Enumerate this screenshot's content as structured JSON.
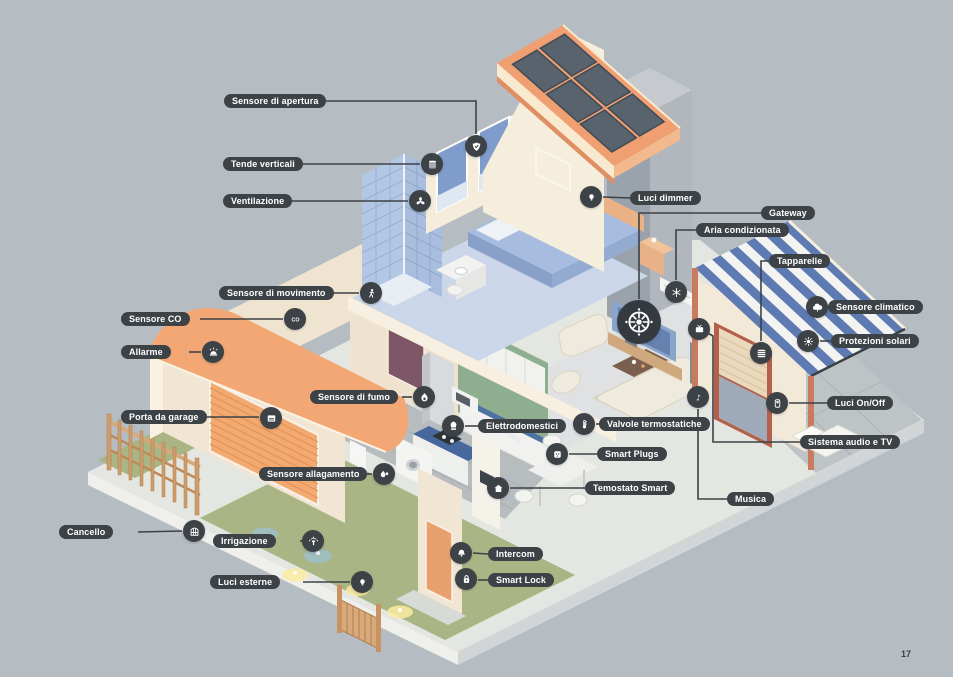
{
  "page": {
    "number": "17"
  },
  "colors": {
    "background": "#b5bdc3",
    "pill": "#3d4247",
    "roof_orange": "#ef9f72",
    "awning_blue": "#5d7ab2",
    "lawn_green": "#a9b584",
    "solar_panel": "#59636e"
  },
  "callouts": {
    "sensore_apertura": {
      "label": "Sensore di apertura",
      "icon": "shield-check-icon"
    },
    "tende_verticali": {
      "label": "Tende verticali",
      "icon": "blinds-icon"
    },
    "ventilazione": {
      "label": "Ventilazione",
      "icon": "fan-icon"
    },
    "sensore_movimento": {
      "label": "Sensore di movimento",
      "icon": "motion-sensor-icon"
    },
    "sensore_co": {
      "label": "Sensore CO",
      "icon": "co-sensor-icon"
    },
    "allarme": {
      "label": "Allarme",
      "icon": "siren-icon"
    },
    "porta_garage": {
      "label": "Porta da garage",
      "icon": "garage-door-icon"
    },
    "sensore_fumo": {
      "label": "Sensore di fumo",
      "icon": "flame-icon"
    },
    "elettrodomestici": {
      "label": "Elettrodomestici",
      "icon": "chef-hat-icon"
    },
    "sensore_allagamento": {
      "label": "Sensore allagamento",
      "icon": "water-drops-icon"
    },
    "cancello": {
      "label": "Cancello",
      "icon": "gate-icon"
    },
    "irrigazione": {
      "label": "Irrigazione",
      "icon": "sprinkler-icon"
    },
    "luci_esterne": {
      "label": "Luci esterne",
      "icon": "lightbulb-pin-icon"
    },
    "luci_dimmer": {
      "label": "Luci dimmer",
      "icon": "lightbulb-icon"
    },
    "gateway": {
      "label": "Gateway",
      "icon": "gateway-hub-icon"
    },
    "aria_condizionata": {
      "label": "Aria condizionata",
      "icon": "snowflake-icon"
    },
    "tapparelle": {
      "label": "Tapparelle",
      "icon": "roller-shutter-icon"
    },
    "sensore_climatico": {
      "label": "Sensore climatico",
      "icon": "cloud-icon"
    },
    "protezioni_solari": {
      "label": "Protezioni solari",
      "icon": "sun-icon"
    },
    "luci_onoff": {
      "label": "Luci On/Off",
      "icon": "light-switch-icon"
    },
    "sistema_audio_tv": {
      "label": "Sistema audio e TV",
      "icon": "tv-icon"
    },
    "musica": {
      "label": "Musica",
      "icon": "music-note-icon"
    },
    "valvole": {
      "label": "Valvole termostatiche",
      "icon": "thermometer-icon"
    },
    "smart_plugs": {
      "label": "Smart Plugs",
      "icon": "power-plug-icon"
    },
    "termostato": {
      "label": "Temostato Smart",
      "icon": "house-icon"
    },
    "intercom": {
      "label": "Intercom",
      "icon": "doorbell-icon"
    },
    "smart_lock": {
      "label": "Smart Lock",
      "icon": "padlock-icon"
    }
  }
}
